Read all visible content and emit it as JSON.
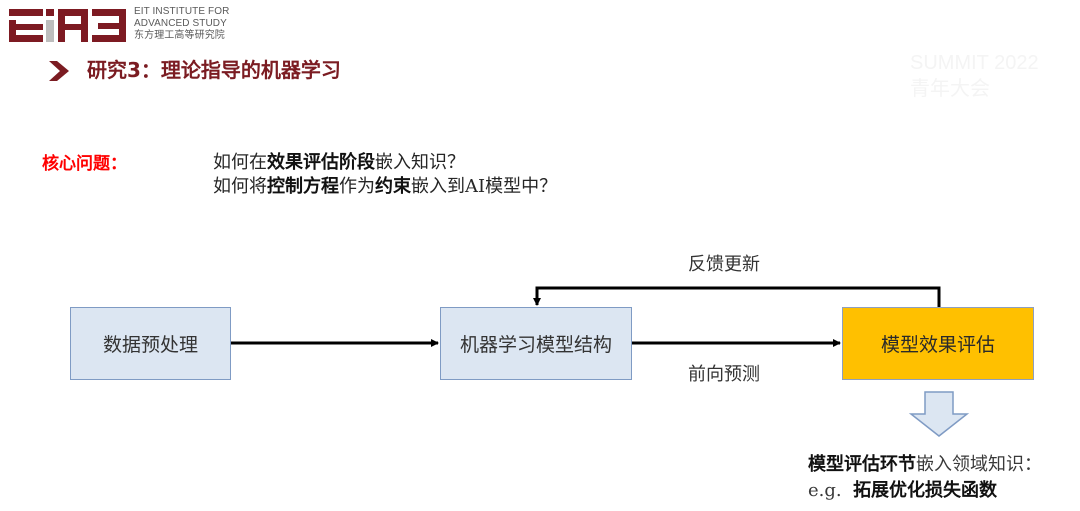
{
  "header": {
    "logo": {
      "mark": "EIAS",
      "lines": [
        "EIT INSTITUTE FOR",
        "ADVANCED STUDY",
        "东方理工高等研究院"
      ],
      "brand_color": "#7D1A22"
    },
    "title": "研究3：理论指导的机器学习",
    "title_color": "#7B1C22",
    "chevron_icon": "chevron-right-icon",
    "watermark": [
      "SUMMIT 2022",
      "青年大会"
    ]
  },
  "core_question": {
    "label": "核心问题：",
    "label_color": "#FF0000",
    "lines": [
      [
        {
          "text": "如何在",
          "bold": false
        },
        {
          "text": "效果评估阶段",
          "bold": true
        },
        {
          "text": "嵌入知识？",
          "bold": false
        }
      ],
      [
        {
          "text": "如何将",
          "bold": false
        },
        {
          "text": "控制方程",
          "bold": true
        },
        {
          "text": "作为",
          "bold": false
        },
        {
          "text": "约束",
          "bold": true
        },
        {
          "text": "嵌入到AI模型中？",
          "bold": false
        }
      ]
    ]
  },
  "diagram": {
    "nodes": [
      {
        "id": "preprocess",
        "label": "数据预处理",
        "fill": "#DCE6F2"
      },
      {
        "id": "model",
        "label": "机器学习模型结构",
        "fill": "#DCE6F2"
      },
      {
        "id": "evaluate",
        "label": "模型效果评估",
        "fill": "#FFC000"
      }
    ],
    "edges": [
      {
        "from": "preprocess",
        "to": "model",
        "label": ""
      },
      {
        "from": "model",
        "to": "evaluate",
        "label": "前向预测"
      },
      {
        "from": "evaluate",
        "to": "model",
        "label": "反馈更新"
      }
    ],
    "forward_label": "前向预测",
    "feedback_label": "反馈更新",
    "down_arrow_icon": "down-arrow-icon"
  },
  "note": {
    "line1": [
      {
        "text": "模型评估环节",
        "bold": true
      },
      {
        "text": "嵌入领域知识：",
        "bold": false
      }
    ],
    "line2": [
      {
        "text": "e.g.  ",
        "bold": false
      },
      {
        "text": "拓展优化损失函数",
        "bold": true
      }
    ]
  }
}
